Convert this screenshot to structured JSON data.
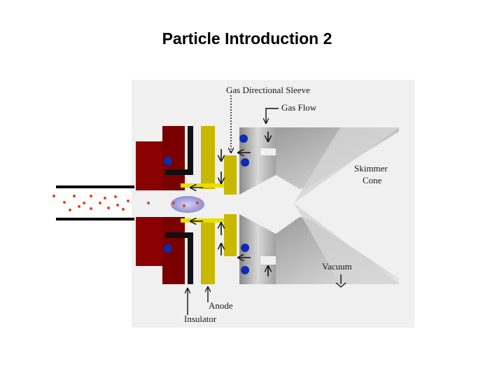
{
  "slide": {
    "title": "Particle Introduction 2"
  },
  "diagram": {
    "labels": {
      "gas_directional_sleeve": "Gas Directional Sleeve",
      "gas_flow": "Gas Flow",
      "skimmer_line1": "Skimmer",
      "skimmer_line2": "Cone",
      "vacuum": "Vacuum",
      "anode": "Anode",
      "insulator": "Insulator"
    },
    "colors": {
      "outer_block": "#8b0000",
      "inner_block": "#7a0000",
      "anode": "#c8b800",
      "anode_light": "#e8de00",
      "insulator": "#111111",
      "gray_sleeve": "#a8a8a8",
      "skimmer": "#c8c8c8",
      "particle": "#e8421c",
      "ion_dot": "#0b2db3",
      "plasma": "#8f8fd9",
      "background_panel": "#efefef"
    }
  }
}
